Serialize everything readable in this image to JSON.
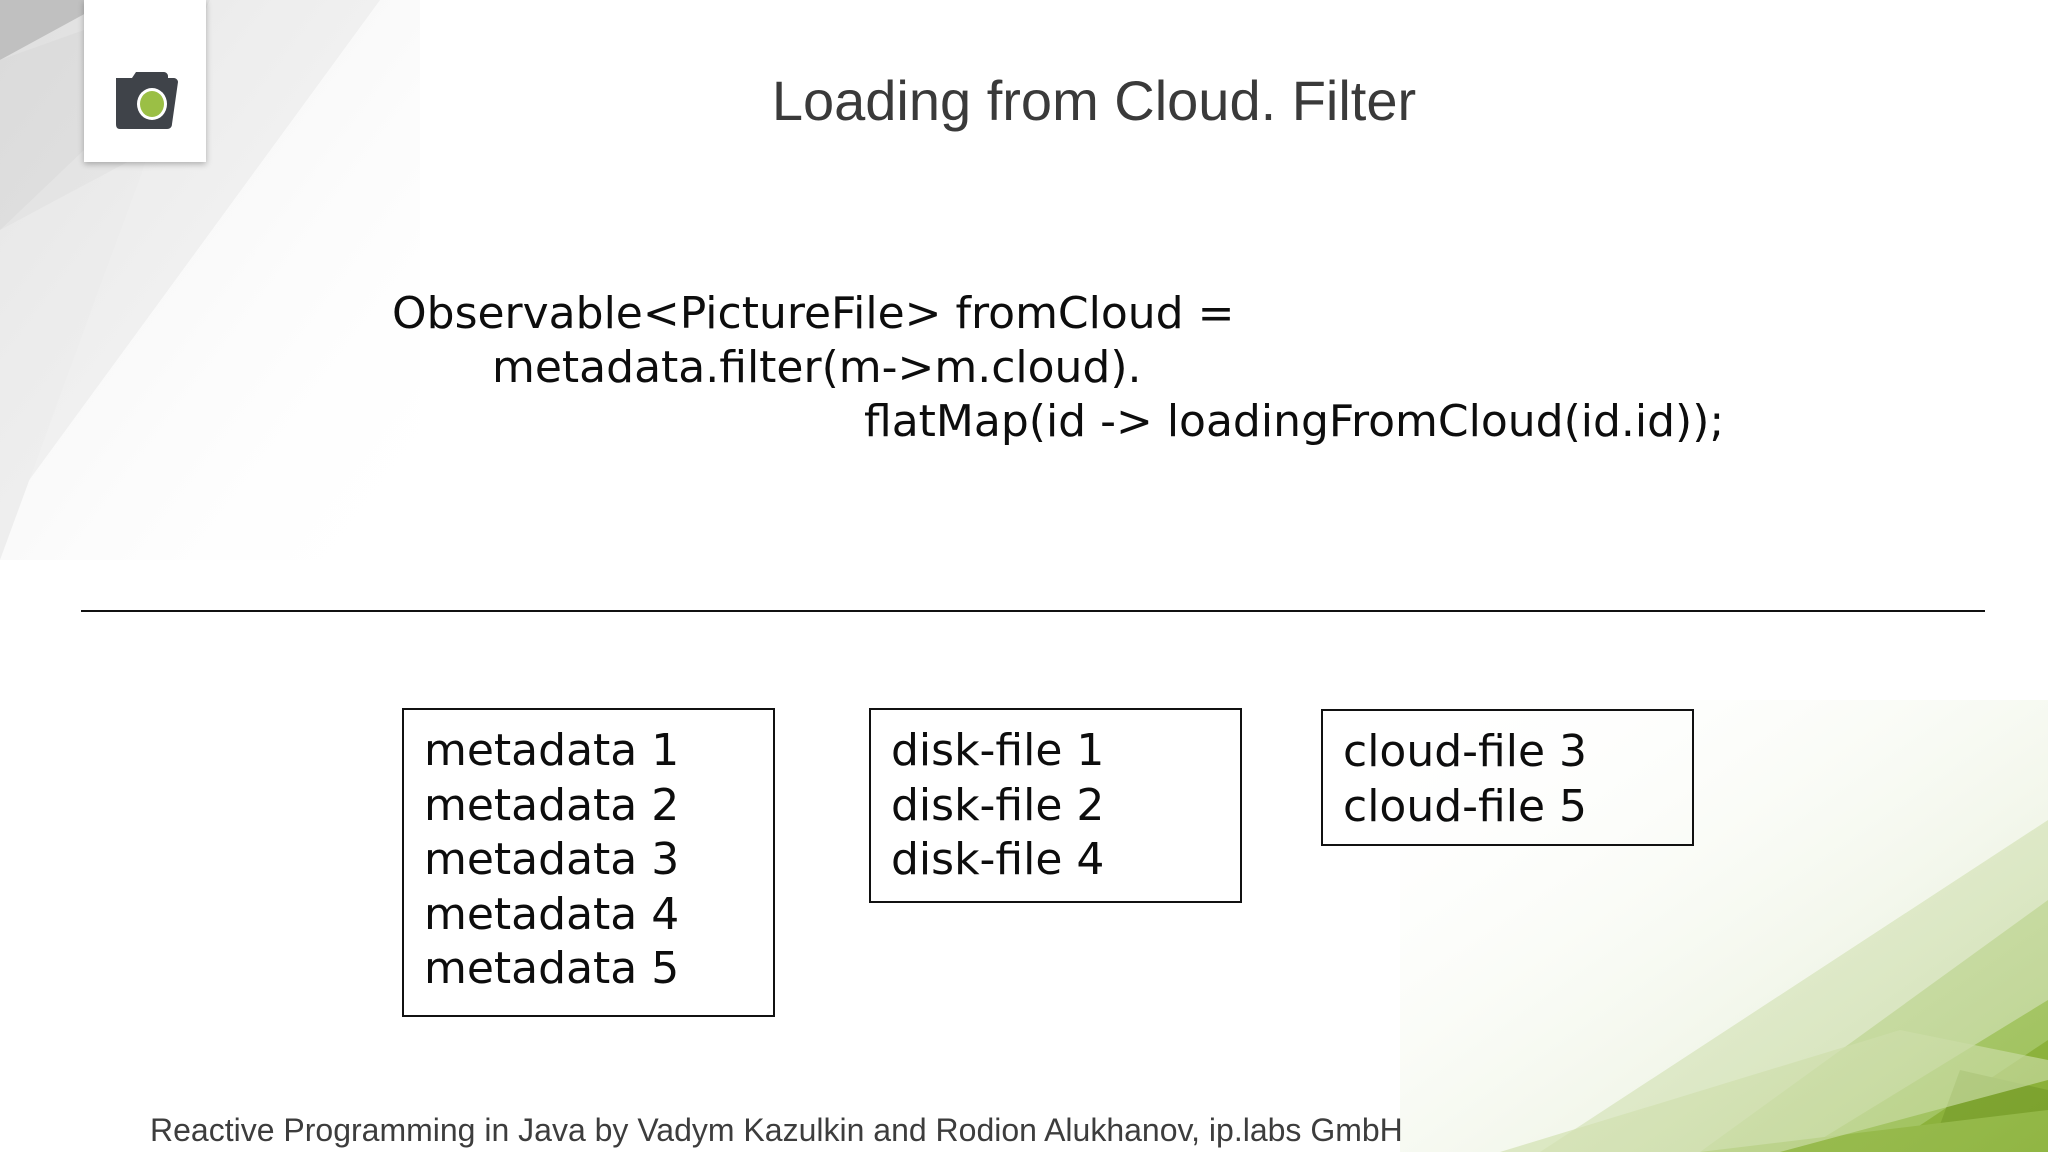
{
  "slide": {
    "title": "Loading from Cloud. Filter",
    "code_lines": [
      "Observable<PictureFile> fromCloud =",
      "metadata.filter(m->m.cloud).",
      "flatMap(id -> loadingFromCloud(id.id));"
    ],
    "boxes": {
      "metadata": [
        "metadata 1",
        "metadata 2",
        "metadata 3",
        "metadata 4",
        "metadata 5"
      ],
      "disk": [
        "disk-file 1",
        "disk-file 2",
        "disk-file 4"
      ],
      "cloud": [
        "cloud-file 3",
        "cloud-file 5"
      ]
    },
    "footer": "Reactive Programming in Java by Vadym Kazulkin and Rodion Alukhanov, ip.labs GmbH"
  },
  "colors": {
    "logo_dark": "#3f4349",
    "logo_lens": "#9bbf45",
    "accent_green": "#8db23a"
  },
  "icons": {
    "logo": "camera-folder-icon"
  }
}
